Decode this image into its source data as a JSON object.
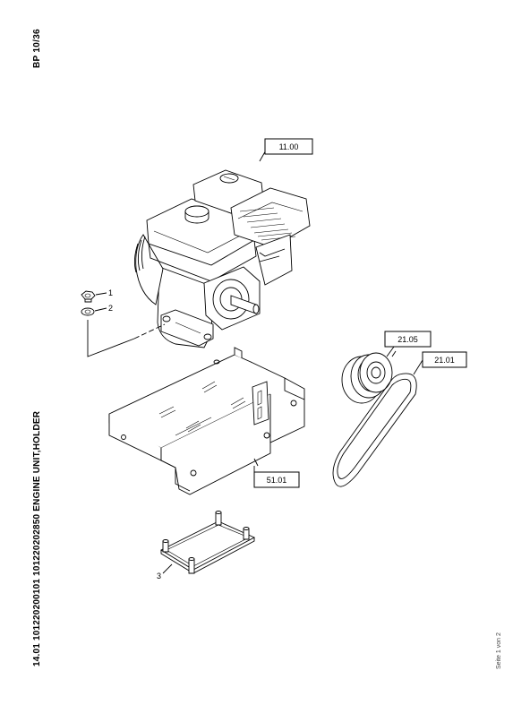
{
  "header": {
    "page_code": "BP 10/36",
    "title": "14.01 101220200101 101220202850 ENGINE UNIT,HOLDER"
  },
  "footer": {
    "page_info": "Seite 1 von 2"
  },
  "callouts": {
    "engine": "11.00",
    "pulley": "21.05",
    "belt": "21.01",
    "holder": "51.01",
    "nut": "1",
    "washer": "2",
    "damper_plate": "3"
  }
}
